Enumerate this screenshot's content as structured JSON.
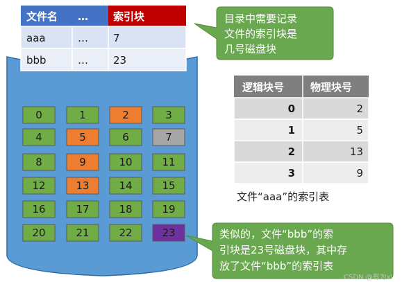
{
  "colors": {
    "disk_blue": "#5b9bd5",
    "disk_edge": "#2e6da4",
    "block_green": "#70ad47",
    "block_orange": "#ed7d31",
    "block_gray": "#a6a6a6",
    "block_purple": "#7030a0",
    "callout_green": "#6aa84f",
    "dir_header_blue": "#4472c4",
    "dir_header_red": "#c00000",
    "dir_row": "#dae3f3",
    "idx_header": "#7f7f7f",
    "idx_row": "#d9d9d9"
  },
  "directory": {
    "headers": [
      "文件名",
      "…",
      "索引块"
    ],
    "rows": [
      [
        "aaa",
        "…",
        "7"
      ],
      [
        "bbb",
        "…",
        "23"
      ]
    ]
  },
  "disk": {
    "blocks": [
      {
        "label": "0",
        "state": "free"
      },
      {
        "label": "1",
        "state": "free"
      },
      {
        "label": "2",
        "state": "used"
      },
      {
        "label": "3",
        "state": "free"
      },
      {
        "label": "4",
        "state": "free"
      },
      {
        "label": "5",
        "state": "used"
      },
      {
        "label": "6",
        "state": "free"
      },
      {
        "label": "7",
        "state": "index"
      },
      {
        "label": "8",
        "state": "free"
      },
      {
        "label": "9",
        "state": "used"
      },
      {
        "label": "10",
        "state": "free"
      },
      {
        "label": "11",
        "state": "free"
      },
      {
        "label": "12",
        "state": "free"
      },
      {
        "label": "13",
        "state": "used"
      },
      {
        "label": "14",
        "state": "free"
      },
      {
        "label": "15",
        "state": "free"
      },
      {
        "label": "16",
        "state": "free"
      },
      {
        "label": "17",
        "state": "free"
      },
      {
        "label": "18",
        "state": "free"
      },
      {
        "label": "19",
        "state": "free"
      },
      {
        "label": "20",
        "state": "free"
      },
      {
        "label": "21",
        "state": "free"
      },
      {
        "label": "22",
        "state": "free"
      },
      {
        "label": "23",
        "state": "index2"
      }
    ]
  },
  "callout_top": {
    "lines": [
      "目录中需要记录",
      "文件的索引块是",
      "几号磁盘块"
    ]
  },
  "index_table": {
    "headers": [
      "逻辑块号",
      "物理块号"
    ],
    "rows": [
      [
        "0",
        "2"
      ],
      [
        "1",
        "5"
      ],
      [
        "2",
        "13"
      ],
      [
        "3",
        "9"
      ]
    ],
    "caption": "文件“aaa”的索引表"
  },
  "callout_bottom": {
    "lines": [
      "类似的，文件“bbb”的索",
      "引块是23号磁盘块，其中存",
      "放了文件“bbb”的索引表"
    ]
  },
  "watermark": "CSDN @有为xl"
}
